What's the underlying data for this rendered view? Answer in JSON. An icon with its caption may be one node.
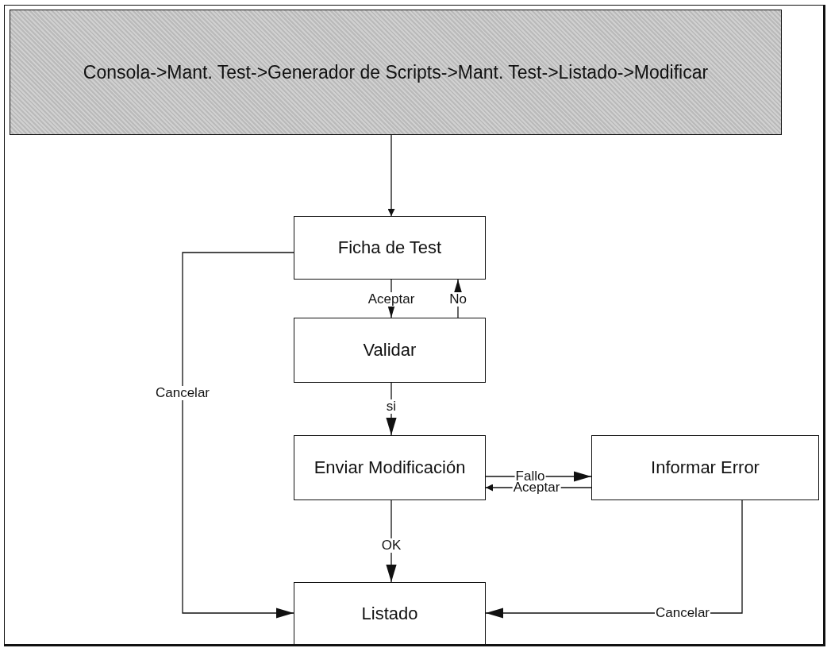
{
  "diagram": {
    "nodes": [
      {
        "text": [
          "Consola->Mant. Test->Generador de Scripts->Mant. Test->Listado->Modificar"
        ]
      },
      {
        "text": [
          "Ficha de Test"
        ]
      },
      {
        "text": [
          "Validar"
        ]
      },
      {
        "text": [
          "Enviar Modificación"
        ]
      },
      {
        "text": [
          "Informar Error"
        ]
      },
      {
        "text": [
          "Listado"
        ]
      }
    ],
    "edges": [
      {
        "from": 0,
        "to": 1,
        "arrow": "to"
      },
      {
        "from": 1,
        "to": 2,
        "arrow": "to",
        "label": "Aceptar"
      },
      {
        "from": 2,
        "to": 1,
        "arrow": "to",
        "label": "No"
      },
      {
        "from": 2,
        "to": 3,
        "arrow": "to",
        "label": "si"
      },
      {
        "from": 3,
        "to": 4,
        "arrow": "to",
        "label": "Fallo"
      },
      {
        "from": 4,
        "to": 3,
        "arrow": "to",
        "label": "Aceptar"
      },
      {
        "from": 3,
        "to": 5,
        "arrow": "to",
        "label": "OK"
      },
      {
        "from": 1,
        "to": 5,
        "arrow": "to",
        "label": "Cancelar"
      },
      {
        "from": 4,
        "to": 5,
        "arrow": "to",
        "label": "Cancelar"
      }
    ]
  }
}
